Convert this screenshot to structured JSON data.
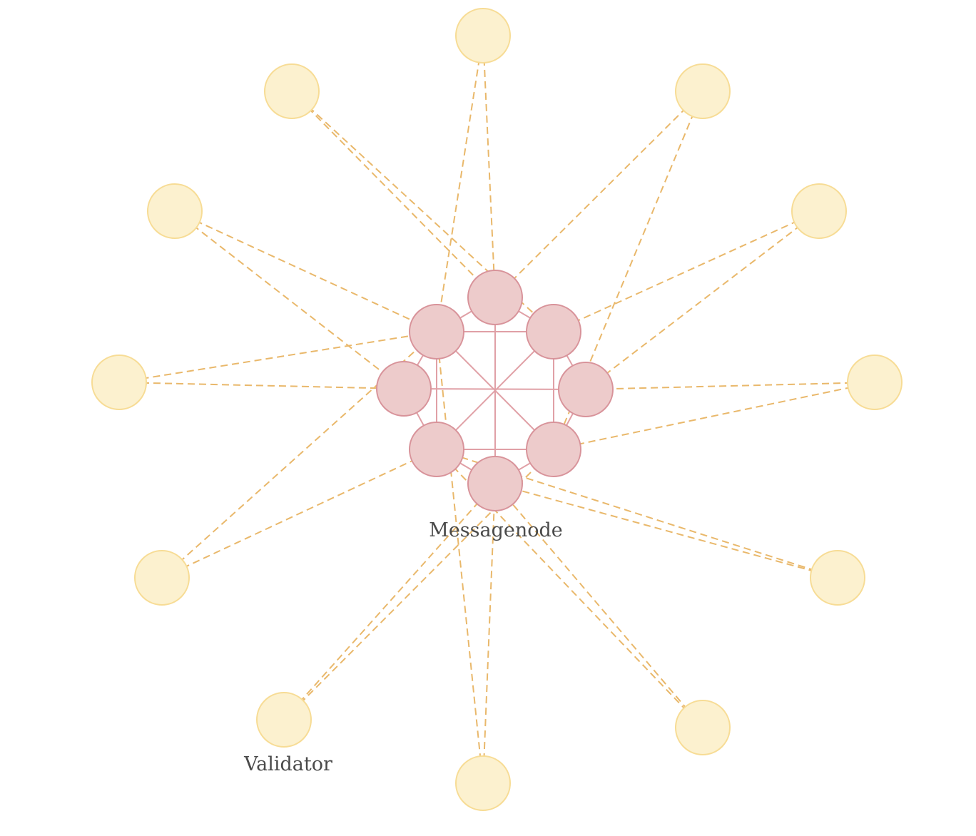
{
  "diagram": {
    "labels": {
      "messagenode": "Messagenode",
      "validator": "Validator"
    },
    "colors": {
      "messagenode_fill": "#edcbcb",
      "messagenode_stroke": "#d8939a",
      "mesh_line": "#e0a0a6",
      "validator_fill": "#fcf1cf",
      "validator_stroke": "#f7dc95",
      "validator_link": "#e9b86b"
    },
    "messagenodes": [
      {
        "id": "m1"
      },
      {
        "id": "m2"
      },
      {
        "id": "m3"
      },
      {
        "id": "m4"
      },
      {
        "id": "m5"
      },
      {
        "id": "m6"
      },
      {
        "id": "m7"
      },
      {
        "id": "m8"
      }
    ],
    "mesh_edges": [
      [
        "m1",
        "m2"
      ],
      [
        "m2",
        "m3"
      ],
      [
        "m3",
        "m4"
      ],
      [
        "m4",
        "m5"
      ],
      [
        "m5",
        "m6"
      ],
      [
        "m6",
        "m7"
      ],
      [
        "m7",
        "m8"
      ],
      [
        "m8",
        "m1"
      ],
      [
        "m2",
        "m8"
      ],
      [
        "m4",
        "m6"
      ],
      [
        "m2",
        "m4"
      ],
      [
        "m8",
        "m6"
      ],
      [
        "m1",
        "m5"
      ],
      [
        "m3",
        "m7"
      ],
      [
        "m2",
        "m6"
      ],
      [
        "m4",
        "m8"
      ]
    ],
    "validators": [
      {
        "id": "v1"
      },
      {
        "id": "v2"
      },
      {
        "id": "v3"
      },
      {
        "id": "v4"
      },
      {
        "id": "v5"
      },
      {
        "id": "v6"
      },
      {
        "id": "v7"
      },
      {
        "id": "v8"
      },
      {
        "id": "v9"
      },
      {
        "id": "v10"
      },
      {
        "id": "v11"
      },
      {
        "id": "v12"
      }
    ],
    "validator_links": [
      [
        "v1",
        "m1"
      ],
      [
        "v1",
        "m8"
      ],
      [
        "v2",
        "m1"
      ],
      [
        "v2",
        "m4"
      ],
      [
        "v3",
        "m2"
      ],
      [
        "v3",
        "m3"
      ],
      [
        "v4",
        "m3"
      ],
      [
        "v4",
        "m4"
      ],
      [
        "v5",
        "m5"
      ],
      [
        "v5",
        "m6"
      ],
      [
        "v6",
        "m5"
      ],
      [
        "v6",
        "m6"
      ],
      [
        "v7",
        "m5"
      ],
      [
        "v7",
        "m8"
      ],
      [
        "v8",
        "m4"
      ],
      [
        "v8",
        "m5"
      ],
      [
        "v9",
        "m6"
      ],
      [
        "v9",
        "m8"
      ],
      [
        "v10",
        "m7"
      ],
      [
        "v10",
        "m8"
      ],
      [
        "v11",
        "m7"
      ],
      [
        "v11",
        "m8"
      ],
      [
        "v12",
        "m1"
      ],
      [
        "v12",
        "m2"
      ]
    ]
  }
}
